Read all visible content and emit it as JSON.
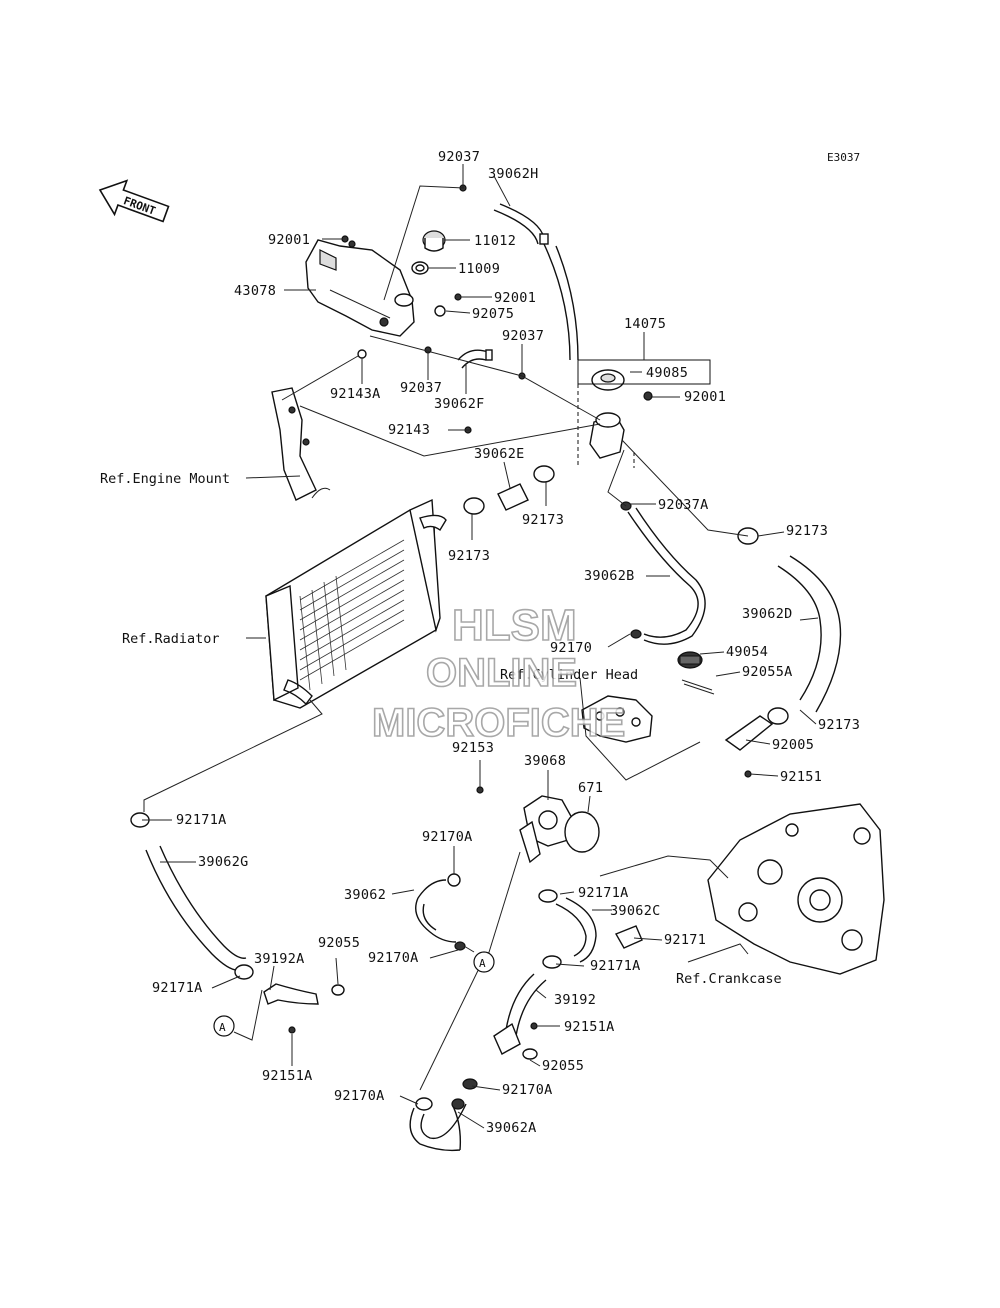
{
  "diagram_code": "E3037",
  "front_label": "FRONT",
  "watermark": [
    "HLSM",
    "ONLINE",
    "MICROFICHE"
  ],
  "callout_marker": "A",
  "labels": {
    "p92037_top": "92037",
    "p39062H": "39062H",
    "p92001_a": "92001",
    "p11012": "11012",
    "p11009": "11009",
    "p43078": "43078",
    "p92001_b": "92001",
    "p92075": "92075",
    "p92037_mid": "92037",
    "p14075": "14075",
    "p92143A": "92143A",
    "p92037_low": "92037",
    "p39062F": "39062F",
    "p49085": "49085",
    "p92001_c": "92001",
    "p92143": "92143",
    "p39062E": "39062E",
    "p92037A": "92037A",
    "p92173_a": "92173",
    "p92173_b": "92173",
    "p92173_c": "92173",
    "p39062B": "39062B",
    "p39062D": "39062D",
    "p92170": "92170",
    "p49054": "49054",
    "p92055A": "92055A",
    "p92173_d": "92173",
    "p92005": "92005",
    "p92151": "92151",
    "p92153": "92153",
    "p39068": "39068",
    "p671": "671",
    "p92171A_a": "92171A",
    "p39062G": "39062G",
    "p92170A_a": "92170A",
    "p39062": "39062",
    "p92171A_b": "92171A",
    "p39062C": "39062C",
    "p92171": "92171",
    "p92170A_b": "92170A",
    "p92171A_c": "92171A",
    "p92055_a": "92055",
    "p39192A": "39192A",
    "p92171A_d": "92171A",
    "p39192": "39192",
    "p92151A_a": "92151A",
    "p92055_b": "92055",
    "p92151A_b": "92151A",
    "p92170A_c": "92170A",
    "p92170A_d": "92170A",
    "p39062A": "39062A"
  },
  "refs": {
    "engine_mount": "Ref.Engine Mount",
    "radiator": "Ref.Radiator",
    "cylinder_head": "Ref.Cylinder Head",
    "crankcase": "Ref.Crankcase"
  }
}
